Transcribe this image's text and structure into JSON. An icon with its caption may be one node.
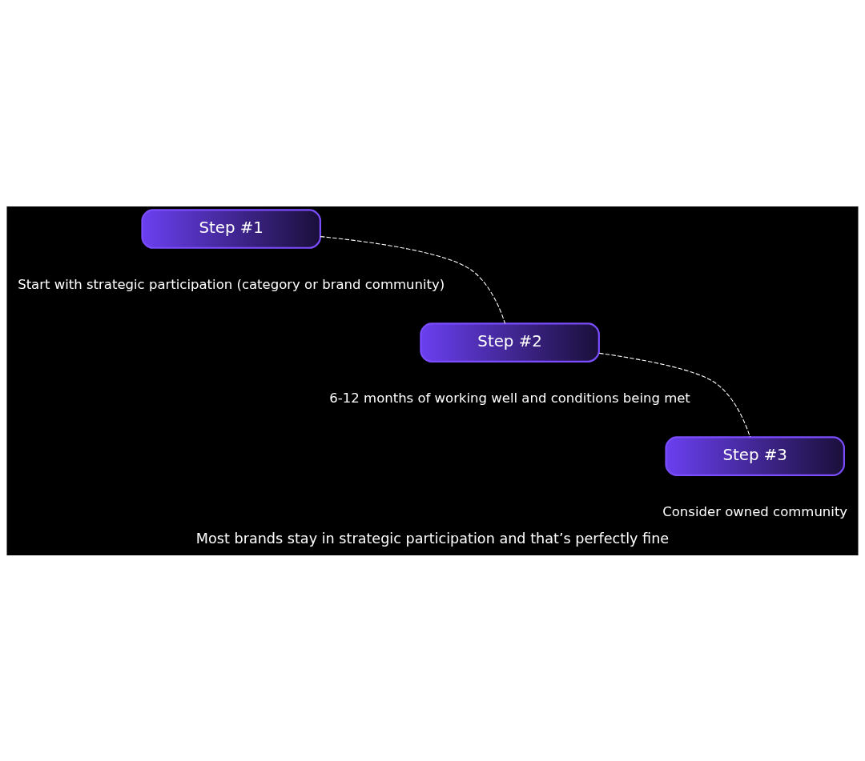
{
  "diagram": {
    "caption": "Most brands stay in strategic participation and that’s perfectly fine",
    "nodes": [
      {
        "text": [
          "Step #1"
        ],
        "beside": [
          "Start with strategic participation (category or brand community)"
        ]
      },
      {
        "text": [
          "Step #2"
        ],
        "beside": [
          "6-12 months of working well and conditions being met"
        ]
      },
      {
        "text": [
          "Step #3"
        ],
        "beside": [
          "Consider owned community"
        ]
      }
    ],
    "edges": [
      {
        "from": 0,
        "to": 1,
        "arrow": "none",
        "style": "dashed"
      },
      {
        "from": 1,
        "to": 2,
        "arrow": "none",
        "style": "dashed"
      }
    ]
  }
}
